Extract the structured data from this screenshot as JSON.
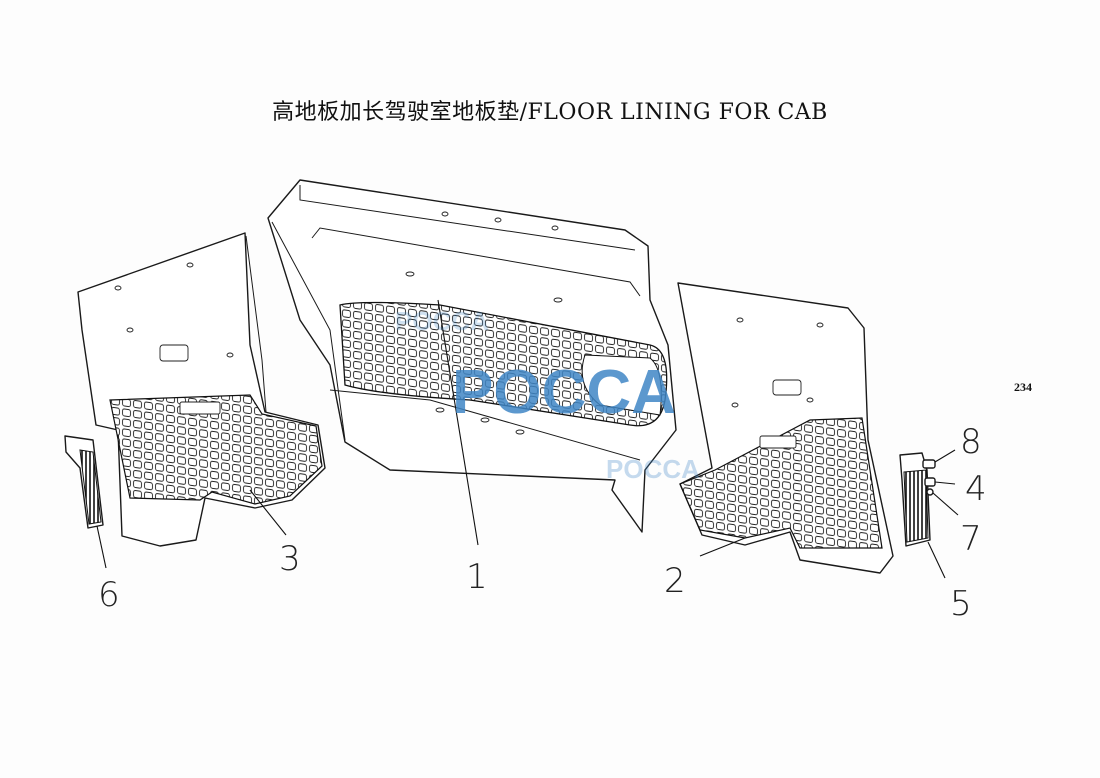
{
  "title": "高地板加长驾驶室地板垫/FLOOR LINING FOR CAB",
  "page_number": "234",
  "watermark": {
    "text": "POCCA",
    "color": "#3f86c6"
  },
  "callouts": [
    "1",
    "2",
    "3",
    "4",
    "5",
    "6",
    "7",
    "8"
  ],
  "parts": [
    "floor-lining-center",
    "floor-lining-right",
    "floor-lining-left",
    "clip",
    "strip-right",
    "strip-left",
    "fastener",
    "cap"
  ]
}
